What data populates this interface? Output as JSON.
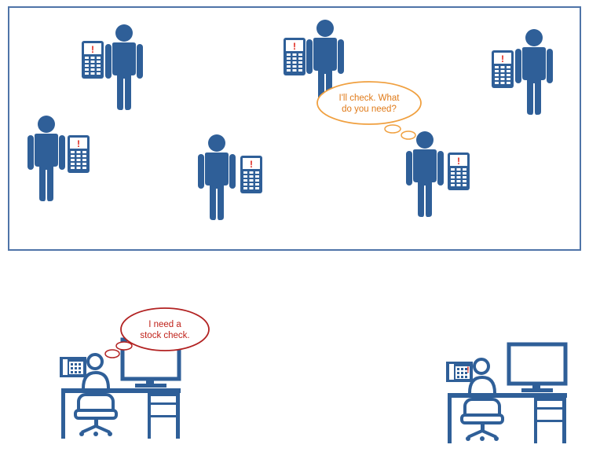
{
  "bubbles": {
    "worker_reply": "I'll check. What do you need?",
    "worker_reply_lines": [
      "I'll check. What",
      "do you need?"
    ],
    "office_request": "I need a stock check.",
    "office_request_lines": [
      "I need a",
      "stock check."
    ]
  },
  "alert_glyph": "!",
  "colors": {
    "figure": "#2f5f98",
    "frame": "#4f74a8",
    "reply_bubble": "#f0a040",
    "reply_text": "#e07b1a",
    "request_bubble": "#b22222",
    "request_text": "#c0221a",
    "alert": "#e0261c"
  },
  "icons": {
    "worker": "person-icon",
    "device": "handheld-scanner-icon",
    "office": "desk-workstation-icon"
  }
}
